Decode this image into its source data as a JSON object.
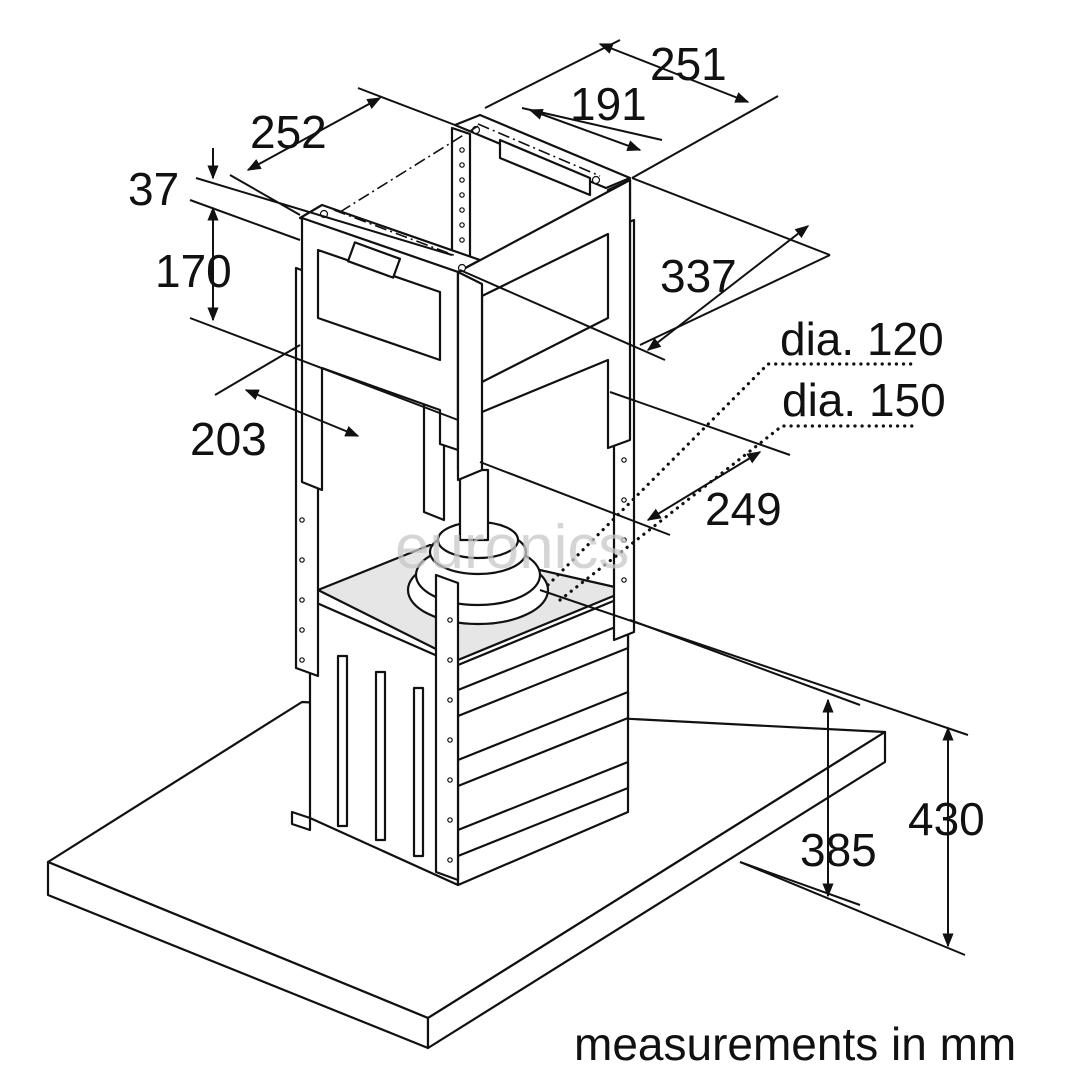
{
  "dimensions": {
    "d251": "251",
    "d191": "191",
    "d252": "252",
    "d37": "37",
    "d170": "170",
    "d337": "337",
    "d203": "203",
    "d249": "249",
    "d385": "385",
    "d430": "430",
    "dia120": "dia. 120",
    "dia150": "dia. 150"
  },
  "caption": "measurements in mm",
  "watermark": "euronics"
}
